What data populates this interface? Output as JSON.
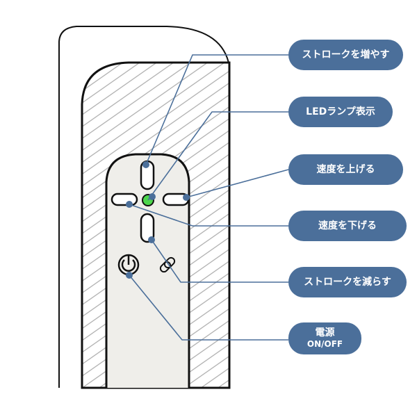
{
  "callouts": [
    {
      "label": "ストロークを増やす"
    },
    {
      "label": "LEDランプ表示"
    },
    {
      "label": "速度を上げる"
    },
    {
      "label": "速度を下げる"
    },
    {
      "label": "ストロークを減らす"
    },
    {
      "label": "電源",
      "sub": "ON/OFF"
    }
  ],
  "colors": {
    "callout": "#4b6f9a",
    "led": "#4cd64c",
    "panel": "#efeeea"
  }
}
